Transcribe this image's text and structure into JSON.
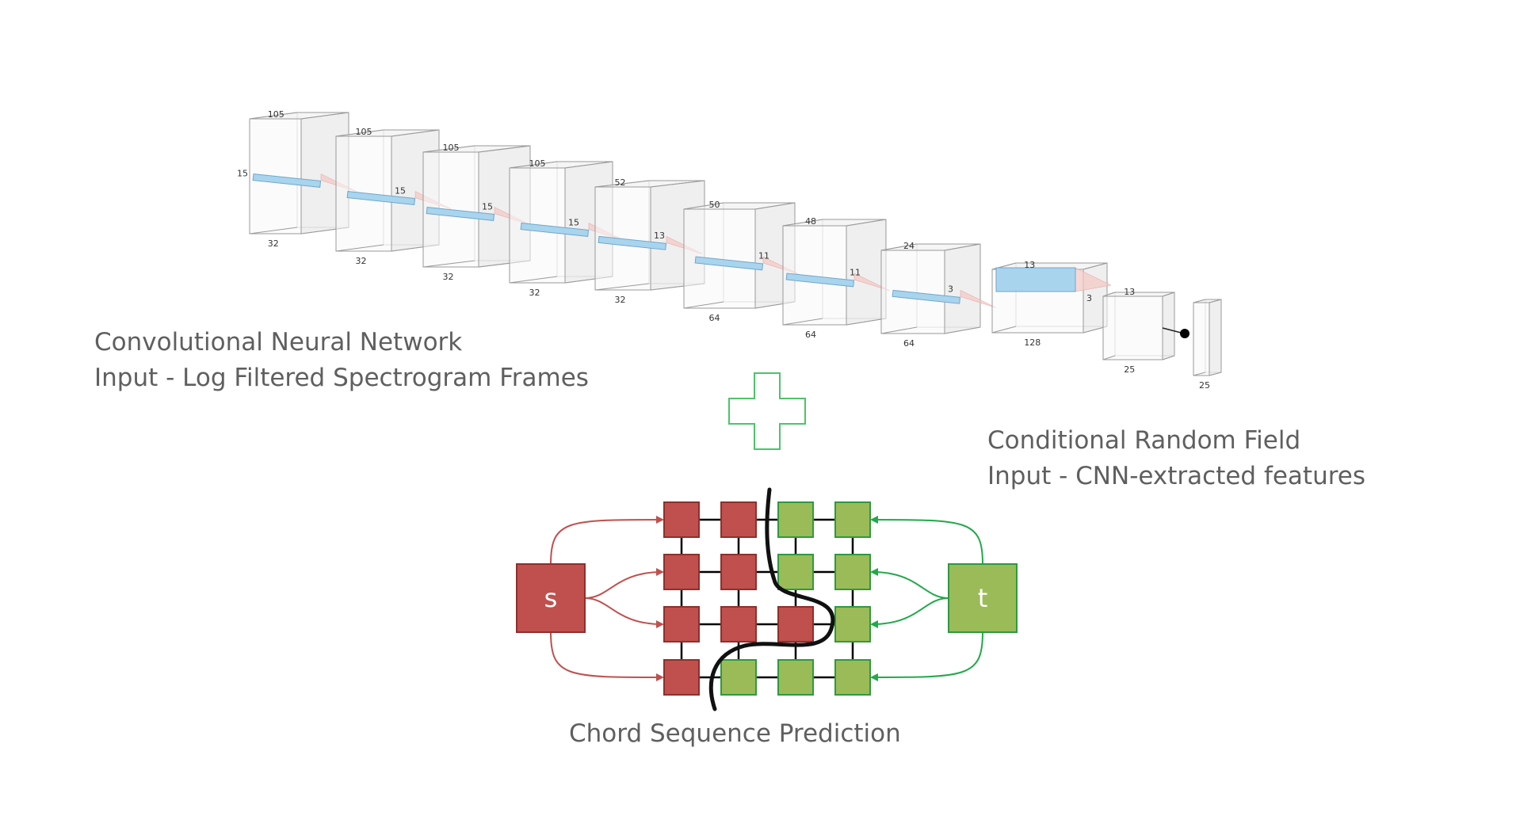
{
  "cnn": {
    "title": "Convolutional Neural Network",
    "input": "Input - Log Filtered Spectrogram Frames"
  },
  "crf": {
    "title": "Conditional Random Field",
    "input": "Input - CNN-extracted features"
  },
  "prediction": {
    "title": "Chord Sequence Prediction"
  },
  "nodes": {
    "source": "s",
    "sink": "t"
  },
  "colors": {
    "source_side": "#c0504d",
    "sink_side": "#9bbb59",
    "source_edge": "#c0504d",
    "sink_edge": "#21a94a",
    "plus": "#4cc46a",
    "feature_block": "#a9d4ee",
    "text": "#5f5f5f"
  },
  "layers": [
    {
      "top": "105",
      "side": "15",
      "bottom": "32"
    },
    {
      "top": "105",
      "side": "15",
      "bottom": "32"
    },
    {
      "top": "105",
      "side": "15",
      "bottom": "32"
    },
    {
      "top": "105",
      "side": "15",
      "bottom": "32"
    },
    {
      "top": "52",
      "side": "13",
      "bottom": "32"
    },
    {
      "top": "50",
      "side": "11",
      "bottom": "64"
    },
    {
      "top": "48",
      "side": "11",
      "bottom": "64"
    },
    {
      "top": "24",
      "side": "3",
      "bottom": "64"
    },
    {
      "top": "13",
      "side": "3",
      "bottom": "128"
    },
    {
      "top": "13",
      "side": "",
      "bottom": "25"
    },
    {
      "top": "",
      "side": "",
      "bottom": "25"
    }
  ],
  "grid": {
    "rows": 4,
    "cols": 4,
    "cells": [
      [
        "source",
        "source",
        "sink",
        "sink"
      ],
      [
        "source",
        "source",
        "sink",
        "sink"
      ],
      [
        "source",
        "source",
        "source",
        "sink"
      ],
      [
        "source",
        "sink",
        "sink",
        "sink"
      ]
    ]
  }
}
